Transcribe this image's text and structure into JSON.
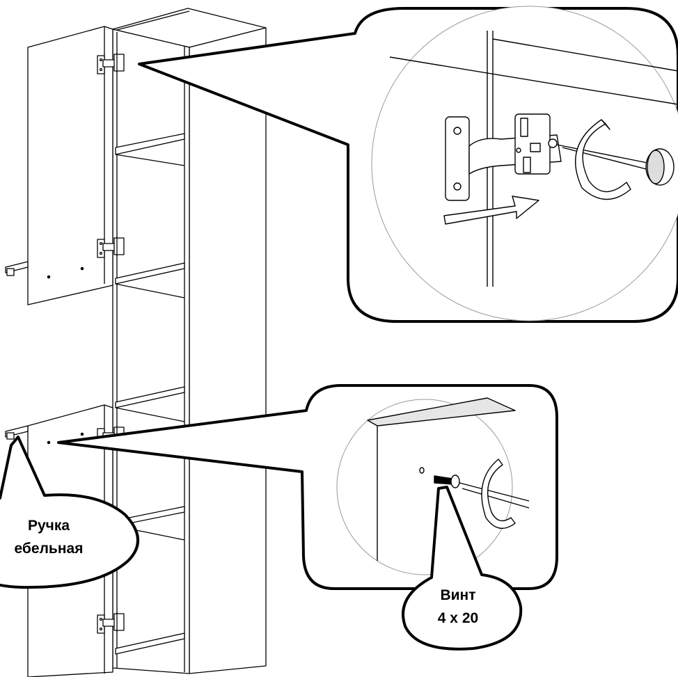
{
  "callouts": {
    "handle": {
      "line1": "Ручка",
      "line2": "ебельная"
    },
    "screw": {
      "line1": "Винт",
      "line2": "4 x 20"
    }
  },
  "colors": {
    "ink": "#000000",
    "paper": "#ffffff",
    "shade": "#e6e6e6"
  },
  "icons": [
    "hinge-icon",
    "screwdriver-icon",
    "screw-icon",
    "rotation-arrow-icon",
    "push-arrow-icon"
  ]
}
